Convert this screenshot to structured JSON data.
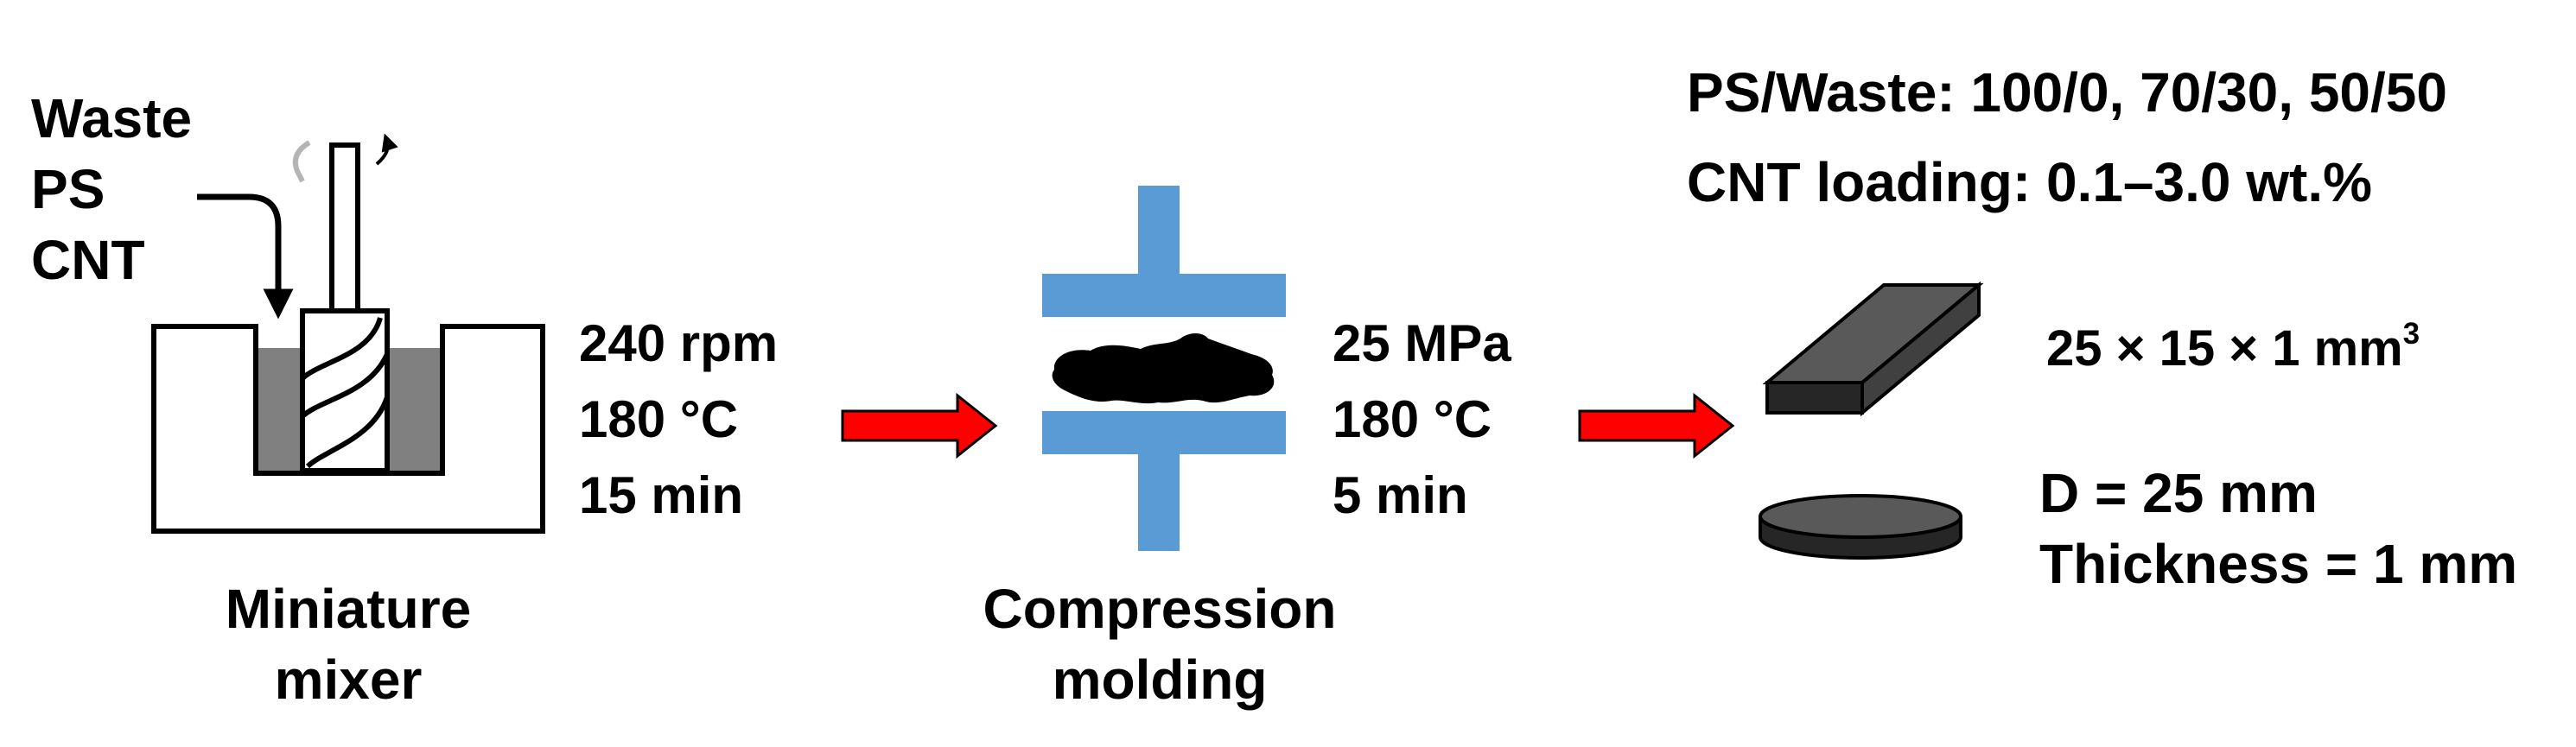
{
  "inputs": [
    "Waste",
    "PS",
    "CNT"
  ],
  "mixer": {
    "conditions": [
      "240 rpm",
      "180 °C",
      "15 min"
    ],
    "label_line1": "Miniature",
    "label_line2": "mixer"
  },
  "molding": {
    "conditions": [
      "25 MPa",
      "180 °C",
      "5 min"
    ],
    "label_line1": "Compression",
    "label_line2": "molding"
  },
  "formulation": {
    "ratios": "PS/Waste: 100/0, 70/30, 50/50",
    "cnt_loading": "CNT loading: 0.1–3.0 wt.%"
  },
  "specimens": {
    "bar_dims": "25 × 15 × 1 mm",
    "bar_dims_exp": "3",
    "disk_diameter": "D = 25 mm",
    "disk_thickness": "Thickness = 1 mm"
  },
  "colors": {
    "process_arrow": "#ff0000",
    "press_plate": "#5b9bd5",
    "melt": "#808080",
    "sample": "#000000",
    "bar": "#404040",
    "disk": "#595959"
  }
}
